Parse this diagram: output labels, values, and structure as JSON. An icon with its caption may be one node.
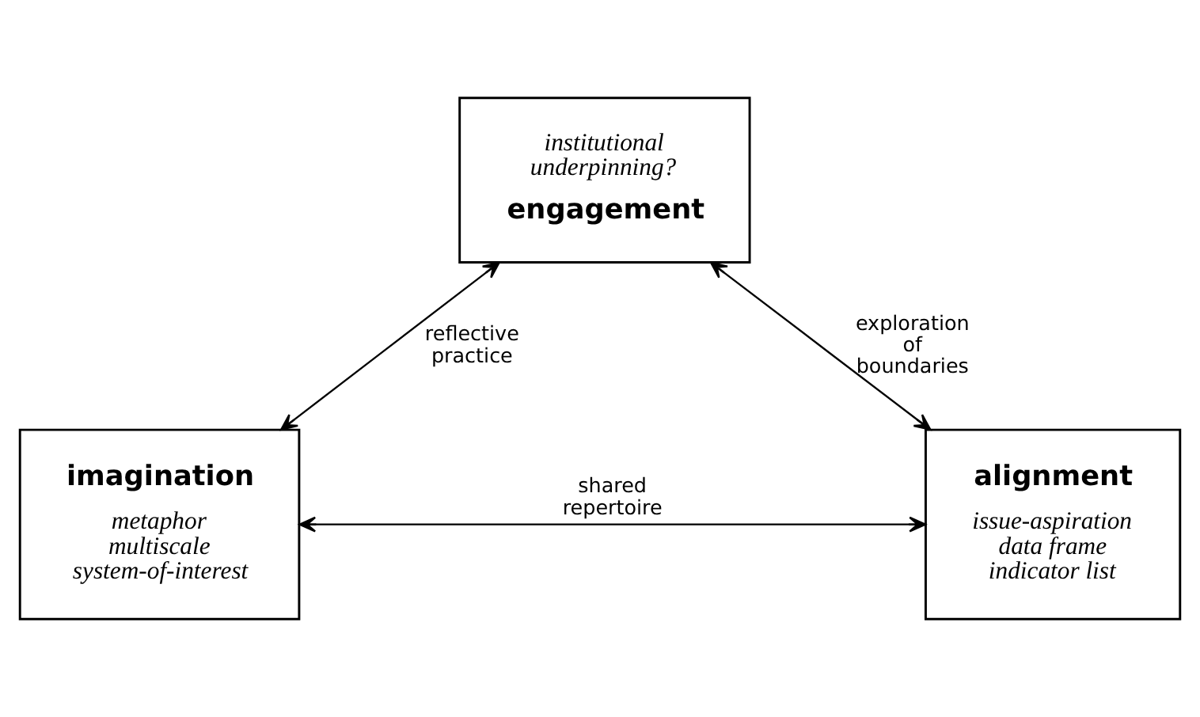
{
  "diagram": {
    "nodes": [
      {
        "text": [
          "institutional underpinning?",
          "engagement"
        ]
      },
      {
        "text": [
          "imagination",
          "metaphor multiscale system-of-interest"
        ]
      },
      {
        "text": [
          "alignment",
          "issue-aspiration data frame indicator list"
        ]
      }
    ],
    "edges": [
      {
        "from": 0,
        "to": 1,
        "arrow": "both",
        "label": "reflective practice"
      },
      {
        "from": 0,
        "to": 2,
        "arrow": "both",
        "label": "exploration of boundaries"
      },
      {
        "from": 1,
        "to": 2,
        "arrow": "both",
        "label": "shared repertoire"
      }
    ]
  }
}
